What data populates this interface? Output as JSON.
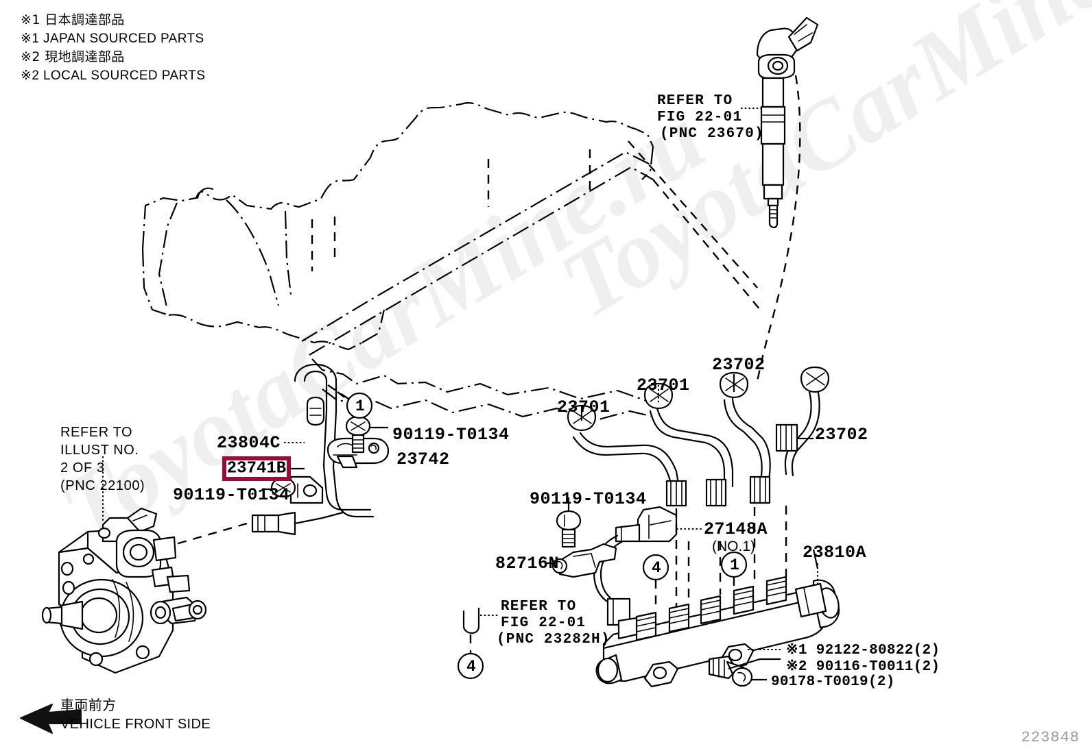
{
  "figure": {
    "id": "223848",
    "watermark": "ToyotaCarMine.ru"
  },
  "legend": {
    "line1_jp": "※1 日本調達部品",
    "line1_en": "※1 JAPAN SOURCED PARTS",
    "line2_jp": "※2 現地調達部品",
    "line2_en": "※2 LOCAL SOURCED PARTS"
  },
  "direction": {
    "jp": "車両前方",
    "en": "VEHICLE FRONT SIDE",
    "arrow": "left-arrow-icon"
  },
  "references": {
    "injector": {
      "line1": "REFER TO",
      "line2": "FIG 22-01",
      "line3": "(PNC 23670)"
    },
    "pump": {
      "line1": "REFER TO",
      "line2": "ILLUST NO.",
      "line3": "2 OF 3",
      "line4": "(PNC 22100)"
    },
    "clamp": {
      "line1": "REFER TO",
      "line2": "FIG 22-01",
      "line3": "(PNC 23282H)"
    }
  },
  "callouts": {
    "p_23804c": "23804C",
    "p_23741b": "23741B",
    "p_23742": "23742",
    "p_90119_left_top": "90119-T0134",
    "p_90119_left_bottom": "90119-T0134",
    "p_90119_center": "90119-T0134",
    "p_82716n": "82716N",
    "p_27148a": "27148A",
    "p_27148a_sub": "(NO.1)",
    "p_23810a": "23810A",
    "p_23701_a": "23701",
    "p_23701_b": "23701",
    "p_23702_a": "23702",
    "p_23702_b": "23702"
  },
  "markers": {
    "m1_upper": "1",
    "m4_lower": "4",
    "m4_rail": "4",
    "m1_rail": "1"
  },
  "specs": {
    "line1": "※1 92122-80822(2)",
    "line2": "※2 90116-T0011(2)",
    "line3": "90178-T0019(2)"
  },
  "colors": {
    "highlight_border": "#9c0a3b",
    "line": "#000000",
    "figure_id": "#9a9a9a",
    "watermark": "#efefef"
  }
}
